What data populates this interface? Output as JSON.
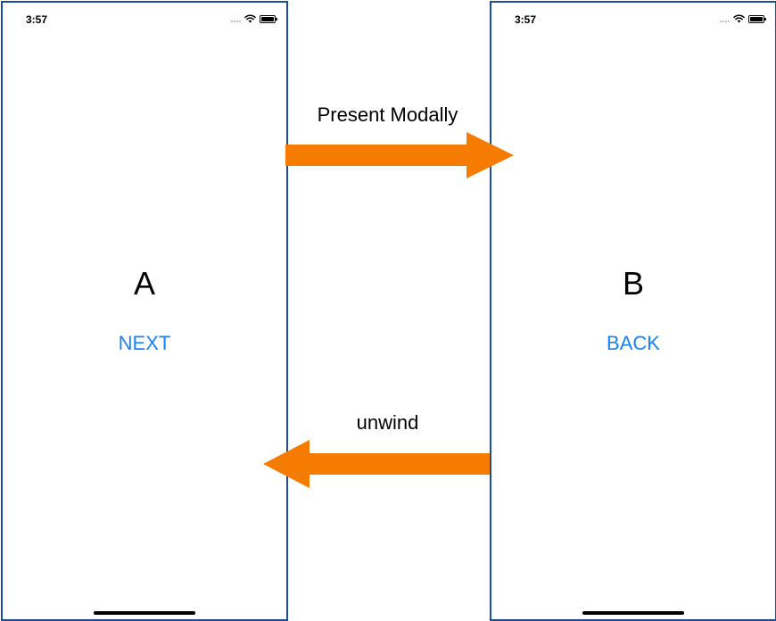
{
  "colors": {
    "frame": "#1f4e96",
    "arrow": "#f57c00",
    "link": "#1a82f7"
  },
  "screen_a": {
    "time": "3:57",
    "letter": "A",
    "button_label": "NEXT"
  },
  "screen_b": {
    "time": "3:57",
    "letter": "B",
    "button_label": "BACK"
  },
  "transitions": {
    "forward_label": "Present Modally",
    "back_label": "unwind"
  },
  "icons": {
    "signal": "signal-icon",
    "wifi": "wifi-icon",
    "battery": "battery-icon"
  }
}
